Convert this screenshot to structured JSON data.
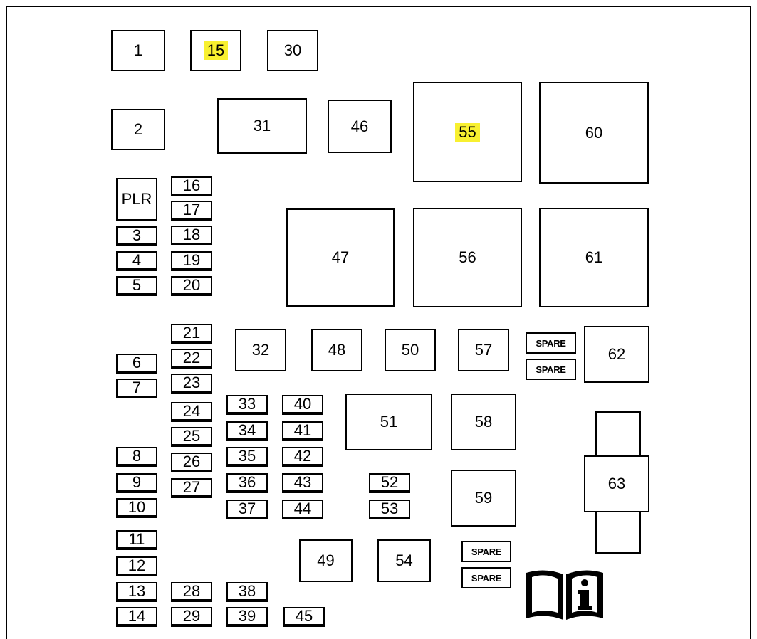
{
  "diagram": {
    "fuses": [
      {
        "id": "1",
        "label": "1"
      },
      {
        "id": "15",
        "label": "15",
        "highlight": "#f8f030"
      },
      {
        "id": "30",
        "label": "30"
      },
      {
        "id": "2",
        "label": "2"
      },
      {
        "id": "31",
        "label": "31"
      },
      {
        "id": "46",
        "label": "46"
      },
      {
        "id": "55",
        "label": "55",
        "highlight": "#f8f030"
      },
      {
        "id": "60",
        "label": "60"
      },
      {
        "id": "plr",
        "label": "PLR"
      },
      {
        "id": "16",
        "label": "16"
      },
      {
        "id": "17",
        "label": "17"
      },
      {
        "id": "3",
        "label": "3"
      },
      {
        "id": "18",
        "label": "18"
      },
      {
        "id": "4",
        "label": "4"
      },
      {
        "id": "19",
        "label": "19"
      },
      {
        "id": "5",
        "label": "5"
      },
      {
        "id": "20",
        "label": "20"
      },
      {
        "id": "47",
        "label": "47"
      },
      {
        "id": "56",
        "label": "56"
      },
      {
        "id": "61",
        "label": "61"
      },
      {
        "id": "21",
        "label": "21"
      },
      {
        "id": "22",
        "label": "22"
      },
      {
        "id": "23",
        "label": "23"
      },
      {
        "id": "6",
        "label": "6"
      },
      {
        "id": "7",
        "label": "7"
      },
      {
        "id": "32",
        "label": "32"
      },
      {
        "id": "48",
        "label": "48"
      },
      {
        "id": "50",
        "label": "50"
      },
      {
        "id": "57",
        "label": "57"
      },
      {
        "id": "spare-1",
        "label": "SPARE"
      },
      {
        "id": "spare-2",
        "label": "SPARE"
      },
      {
        "id": "62",
        "label": "62"
      },
      {
        "id": "24",
        "label": "24"
      },
      {
        "id": "25",
        "label": "25"
      },
      {
        "id": "26",
        "label": "26"
      },
      {
        "id": "27",
        "label": "27"
      },
      {
        "id": "33",
        "label": "33"
      },
      {
        "id": "34",
        "label": "34"
      },
      {
        "id": "35",
        "label": "35"
      },
      {
        "id": "36",
        "label": "36"
      },
      {
        "id": "37",
        "label": "37"
      },
      {
        "id": "40",
        "label": "40"
      },
      {
        "id": "41",
        "label": "41"
      },
      {
        "id": "42",
        "label": "42"
      },
      {
        "id": "43",
        "label": "43"
      },
      {
        "id": "44",
        "label": "44"
      },
      {
        "id": "51",
        "label": "51"
      },
      {
        "id": "58",
        "label": "58"
      },
      {
        "id": "8",
        "label": "8"
      },
      {
        "id": "9",
        "label": "9"
      },
      {
        "id": "10",
        "label": "10"
      },
      {
        "id": "52",
        "label": "52"
      },
      {
        "id": "53",
        "label": "53"
      },
      {
        "id": "59",
        "label": "59"
      },
      {
        "id": "63",
        "label": "63"
      },
      {
        "id": "11",
        "label": "11"
      },
      {
        "id": "12",
        "label": "12"
      },
      {
        "id": "13",
        "label": "13"
      },
      {
        "id": "14",
        "label": "14"
      },
      {
        "id": "28",
        "label": "28"
      },
      {
        "id": "29",
        "label": "29"
      },
      {
        "id": "38",
        "label": "38"
      },
      {
        "id": "39",
        "label": "39"
      },
      {
        "id": "45",
        "label": "45"
      },
      {
        "id": "49",
        "label": "49"
      },
      {
        "id": "54",
        "label": "54"
      },
      {
        "id": "spare-3",
        "label": "SPARE"
      },
      {
        "id": "spare-4",
        "label": "SPARE"
      }
    ],
    "icons": [
      "manual-info-icon"
    ]
  }
}
